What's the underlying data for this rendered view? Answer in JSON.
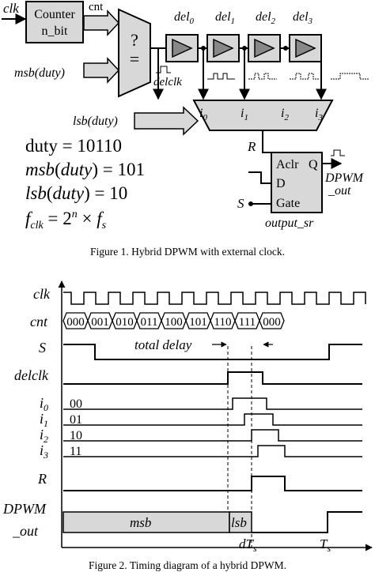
{
  "figure1": {
    "caption": "Figure 1. Hybrid DPWM with external clock.",
    "clk_label": "clk",
    "counter_line1": "Counter",
    "counter_line2": "n_bit",
    "cnt_label": "cnt",
    "msb_duty_label": "msb(duty)",
    "comparator_line1": "?",
    "comparator_line2": "=",
    "delclk_label": "delclk",
    "delays": [
      "del0",
      "del1",
      "del2",
      "del3"
    ],
    "mux_inputs": [
      "i0",
      "i1",
      "i2",
      "i3"
    ],
    "lsb_duty_label": "lsb(duty)",
    "r_label": "R",
    "sr_aclr": "Aclr",
    "sr_q": "Q",
    "sr_d": "D",
    "sr_gate": "Gate",
    "s_label": "S",
    "sr_name": "output_sr",
    "dpwm_out_line1": "DPWM",
    "dpwm_out_line2": "_out",
    "equations": {
      "duty": "duty = 10110",
      "msb": "msb(duty) = 101",
      "lsb": "lsb(duty) = 10",
      "fclk": "fclk = 2n × fs"
    }
  },
  "figure2": {
    "caption": "Figure 2. Timing diagram of a hybrid DPWM.",
    "signals": {
      "clk": "clk",
      "cnt": "cnt",
      "s": "S",
      "delclk": "delclk",
      "i0": "i0",
      "i1": "i1",
      "i2": "i2",
      "i3": "i3",
      "r": "R",
      "dpwm_line1": "DPWM",
      "dpwm_line2": "_out"
    },
    "cnt_values": [
      "000",
      "001",
      "010",
      "011",
      "100",
      "101",
      "110",
      "111",
      "000"
    ],
    "tap_values": [
      "00",
      "01",
      "10",
      "11"
    ],
    "total_delay_label": "total delay",
    "msb_label": "msb",
    "lsb_label": "lsb",
    "dts_label": "dTs",
    "ts_label": "Ts"
  }
}
